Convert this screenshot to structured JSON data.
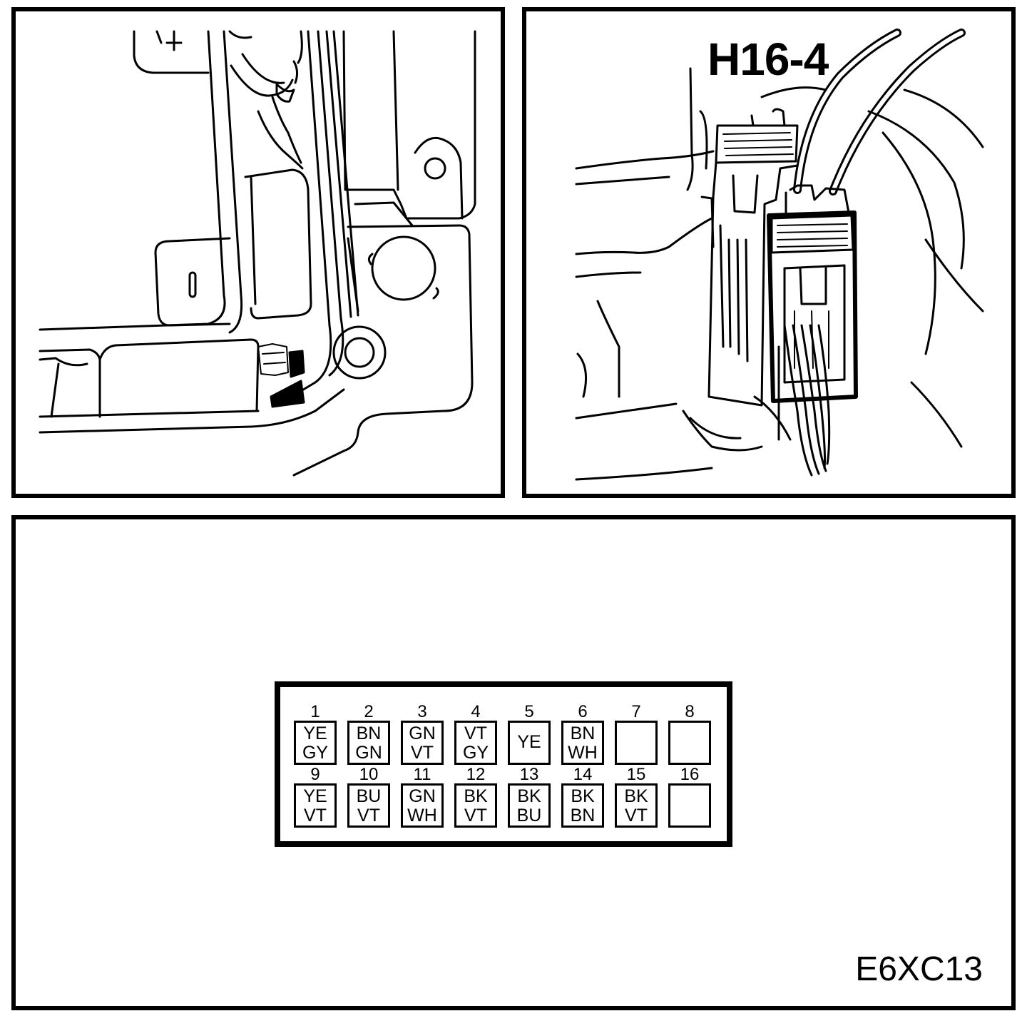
{
  "connector": {
    "id": "H16-4",
    "figure_code": "E6XC13"
  },
  "pins_row1": [
    {
      "num": "1",
      "wire1": "YE",
      "wire2": "GY"
    },
    {
      "num": "2",
      "wire1": "BN",
      "wire2": "GN"
    },
    {
      "num": "3",
      "wire1": "GN",
      "wire2": "VT"
    },
    {
      "num": "4",
      "wire1": "VT",
      "wire2": "GY"
    },
    {
      "num": "5",
      "wire1": "YE",
      "wire2": ""
    },
    {
      "num": "6",
      "wire1": "BN",
      "wire2": "WH"
    },
    {
      "num": "7",
      "wire1": "",
      "wire2": ""
    },
    {
      "num": "8",
      "wire1": "",
      "wire2": ""
    }
  ],
  "pins_row2": [
    {
      "num": "9",
      "wire1": "YE",
      "wire2": "VT"
    },
    {
      "num": "10",
      "wire1": "BU",
      "wire2": "VT"
    },
    {
      "num": "11",
      "wire1": "GN",
      "wire2": "WH"
    },
    {
      "num": "12",
      "wire1": "BK",
      "wire2": "VT"
    },
    {
      "num": "13",
      "wire1": "BK",
      "wire2": "BU"
    },
    {
      "num": "14",
      "wire1": "BK",
      "wire2": "BN"
    },
    {
      "num": "15",
      "wire1": "BK",
      "wire2": "VT"
    },
    {
      "num": "16",
      "wire1": "",
      "wire2": ""
    }
  ]
}
